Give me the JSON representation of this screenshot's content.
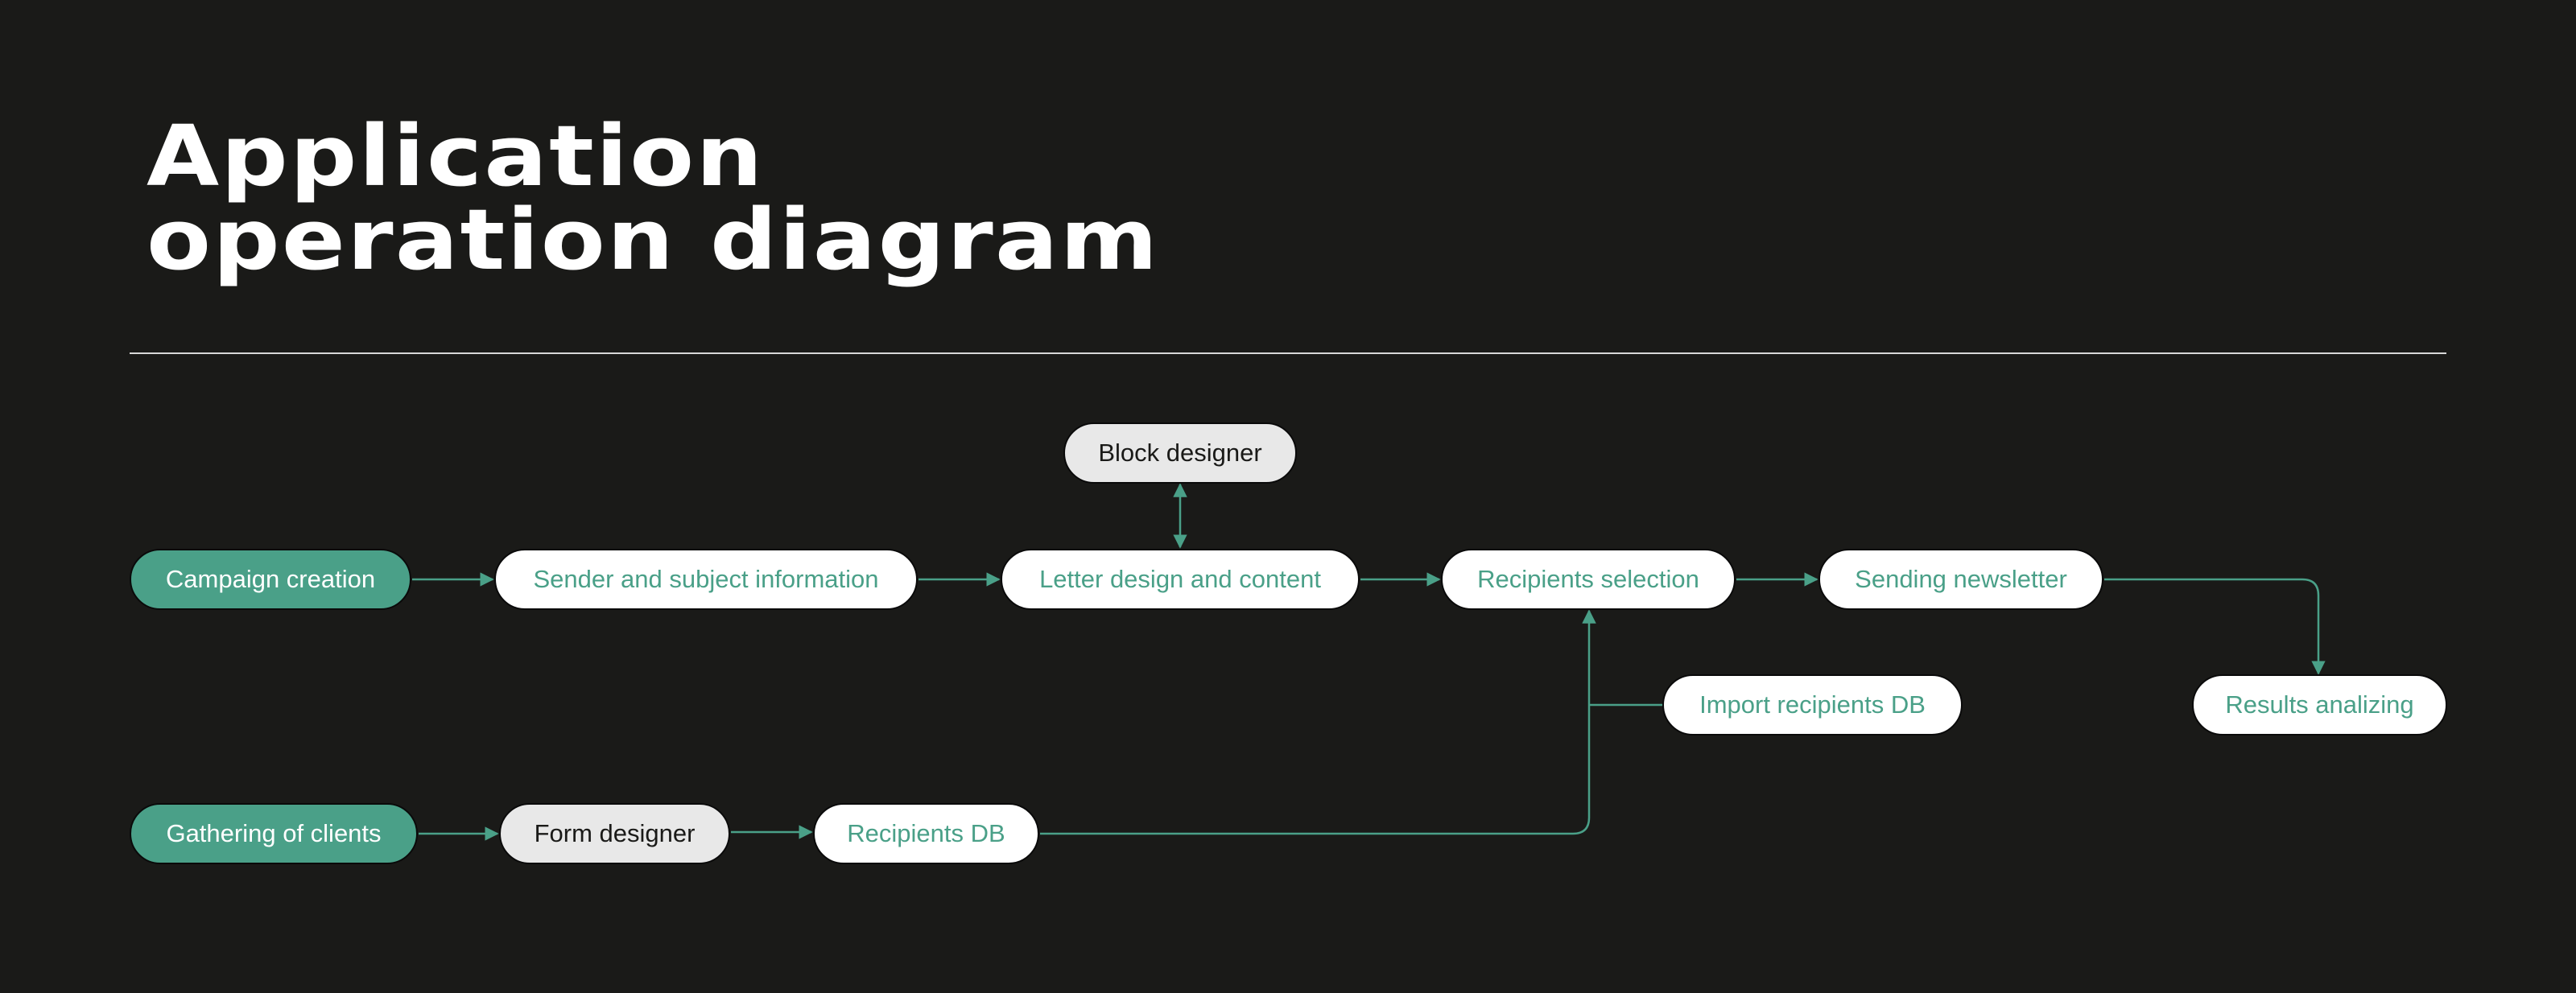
{
  "title": {
    "line1": "Application",
    "line2": "operation diagram"
  },
  "colors": {
    "background": "#1a1a18",
    "accent": "#4aa088",
    "node_white": "#ffffff",
    "node_gray": "#e8e8e8"
  },
  "nodes": {
    "campaign_creation": "Campaign creation",
    "sender_subject": "Sender and subject information",
    "letter_design": "Letter design and content",
    "block_designer": "Block designer",
    "recipients_selection": "Recipients selection",
    "sending_newsletter": "Sending newsletter",
    "import_recipients_db": "Import recipients DB",
    "results_analizing": "Results analizing",
    "gathering_clients": "Gathering of clients",
    "form_designer": "Form designer",
    "recipients_db": "Recipients DB"
  }
}
